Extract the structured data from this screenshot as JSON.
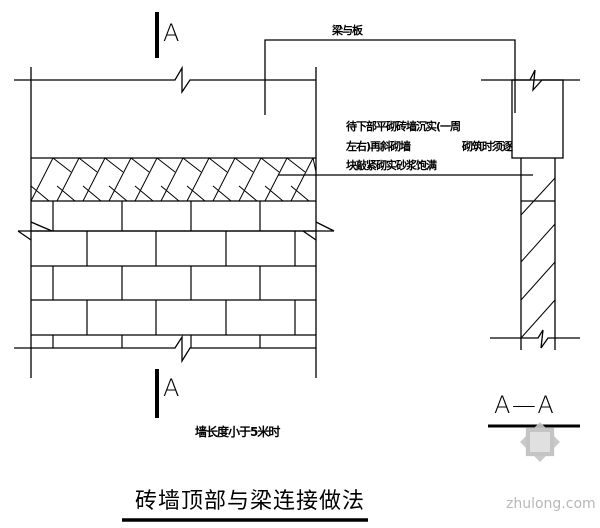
{
  "labels": {
    "beam_slab": "梁与板",
    "note_line1": "待下部平砌砖墙沉实(一周",
    "note_line2": "左右)再斜砌墙",
    "note_line2b": "砌筑时须逐",
    "note_line3": "块敲紧砌实砂浆饱满",
    "wall_length_note": "墙长度小于5米时",
    "section_mark_top": "A",
    "section_mark_bottom": "A",
    "section_title": "A—A",
    "drawing_title": "砖墙顶部与梁连接做法"
  },
  "watermark": {
    "text": "zhulong.com"
  }
}
